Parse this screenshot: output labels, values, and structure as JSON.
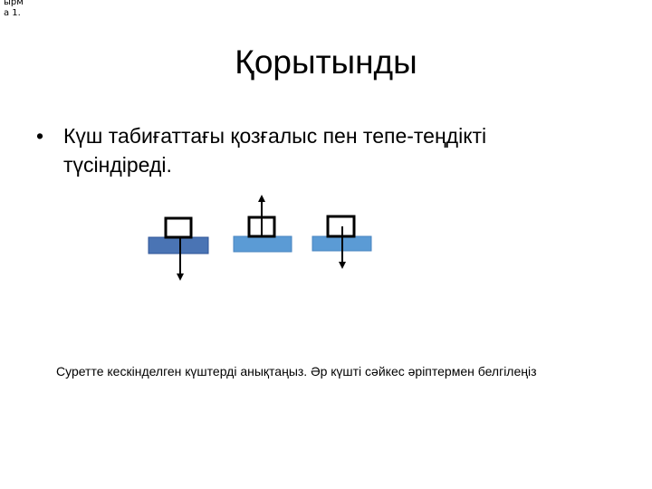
{
  "corner_label": {
    "line1": "ырм",
    "line2": "а 1."
  },
  "slide": {
    "title": "Қорытынды",
    "bullet_marker": "•",
    "bullet_text": "Күш табиғаттағы қозғалыс пен тепе-теңдікті түсіндіреді.",
    "caption": "Суретте кескінделген күштерді анықтаңыз. Әр күшті сәйкес әріптермен белгілеңіз"
  },
  "colors": {
    "plate_dark": "#4a74b4",
    "plate_light": "#5b9bd5",
    "outline": "#000000"
  }
}
